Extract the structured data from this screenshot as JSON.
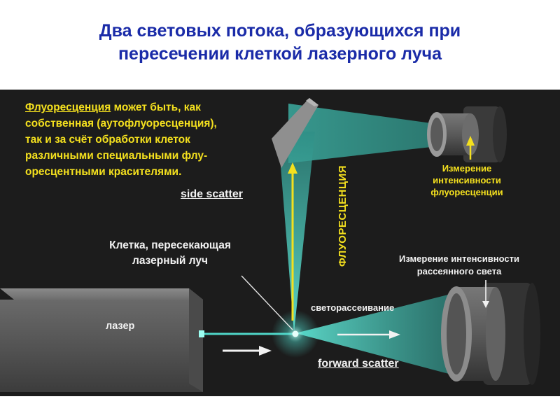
{
  "title": {
    "line1": "Два световых потока, образующихся при",
    "line2": "пересечении клеткой лазерного луча"
  },
  "figure": {
    "fluorescence_paragraph": {
      "term": "Флуоресценция",
      "line1_rest": " может быть, как",
      "line2": "собственная (аутофлуоресценция),",
      "line3": "так и за счёт обработки клеток",
      "line4": "различными специальными флу-",
      "line5": "оресцентными красителями."
    },
    "side_scatter_label": "side scatter",
    "cell_caption": {
      "line1": "Клетка, пересекающая",
      "line2": "лазерный луч"
    },
    "fluorescence_vertical_label": "ФЛУОРЕСЦЕНЦИЯ",
    "fluorescence_measurement": {
      "line1": "Измерение",
      "line2": "интенсивности",
      "line3": "флуоресценции"
    },
    "scatter_measurement": {
      "line1": "Измерение интенсивности",
      "line2": "рассеянного света"
    },
    "laser_label": "лазер",
    "light_scattering_label": "светорассеивание",
    "forward_scatter_label": "forward scatter"
  },
  "colors": {
    "title": "#1a2ba8",
    "yellow_text": "#f4e01e",
    "white_text": "#f2f2f2",
    "beam": "#4fd6c8",
    "background": "#1c1c1c"
  },
  "icons": [
    "yellow-up-arrow",
    "white-right-arrow",
    "white-down-arrow",
    "white-pointer-line"
  ]
}
